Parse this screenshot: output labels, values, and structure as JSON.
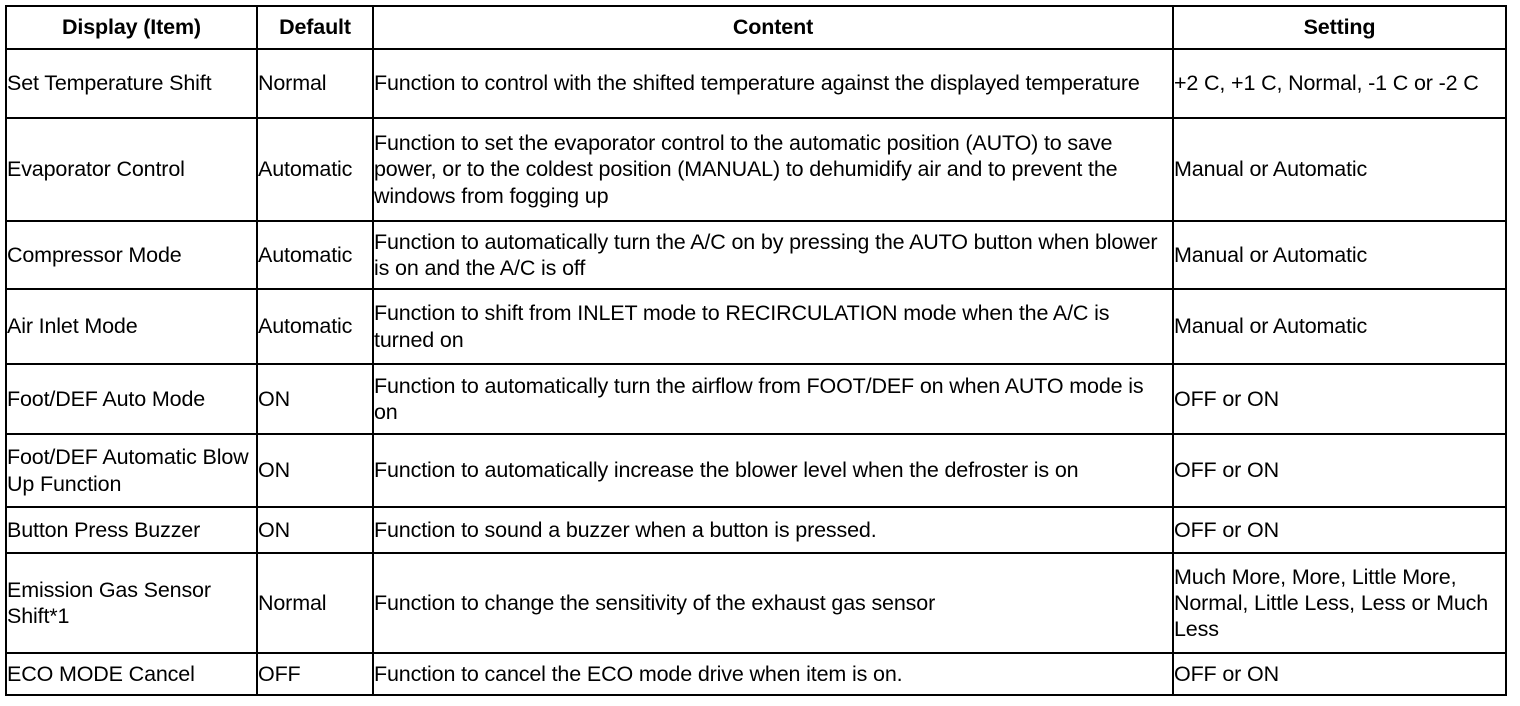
{
  "table": {
    "headers": {
      "item": "Display (Item)",
      "default": "Default",
      "content": "Content",
      "setting": "Setting"
    },
    "rows": [
      {
        "item": "Set Temperature Shift",
        "default": "Normal",
        "content": "Function to control with the shifted temperature against the displayed temperature",
        "setting": "+2 C, +1 C, Normal, -1 C or -2 C"
      },
      {
        "item": "Evaporator Control",
        "default": "Automatic",
        "content": "Function to set the evaporator control to the automatic position (AUTO) to save power, or to the coldest position (MANUAL) to dehumidify air and to prevent the windows from fogging up",
        "setting": "Manual or Automatic"
      },
      {
        "item": "Compressor Mode",
        "default": "Automatic",
        "content": "Function to automatically turn the A/C on by pressing the AUTO button when blower is on and the A/C is off",
        "setting": "Manual or Automatic"
      },
      {
        "item": "Air Inlet Mode",
        "default": "Automatic",
        "content": "Function to shift from INLET mode to RECIRCULATION mode when the A/C is turned on",
        "setting": "Manual or Automatic"
      },
      {
        "item": "Foot/DEF Auto Mode",
        "default": "ON",
        "content": "Function to automatically turn the airflow from FOOT/DEF on when AUTO mode is on",
        "setting": "OFF or ON"
      },
      {
        "item": "Foot/DEF Automatic Blow Up Function",
        "default": "ON",
        "content": "Function to automatically increase the blower level when the defroster is on",
        "setting": "OFF or ON"
      },
      {
        "item": "Button Press Buzzer",
        "default": "ON",
        "content": "Function to sound a buzzer when a button is pressed.",
        "setting": "OFF or ON"
      },
      {
        "item": "Emission Gas Sensor Shift*1",
        "default": "Normal",
        "content": "Function to change the sensitivity of the exhaust gas sensor",
        "setting": "Much More, More, Little More, Normal, Little Less, Less or Much Less"
      },
      {
        "item": "ECO MODE Cancel",
        "default": "OFF",
        "content": "Function to cancel the ECO mode drive when item is on.",
        "setting": "OFF or ON"
      }
    ]
  },
  "colors": {
    "border": "#000000",
    "text": "#000000",
    "background": "#ffffff"
  }
}
